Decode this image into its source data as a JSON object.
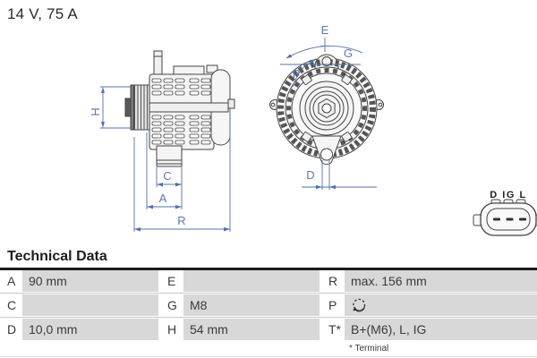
{
  "header": {
    "title": "14 V, 75 A"
  },
  "diagram": {
    "side_view_dims": {
      "h": "H",
      "c": "C",
      "a": "A",
      "r": "R"
    },
    "front_view_dims": {
      "e": "E",
      "g": "G",
      "p": "P",
      "d": "D"
    },
    "connector": {
      "label": "D IG L"
    }
  },
  "technical_data": {
    "heading": "Technical Data",
    "footnote": "* Terminal",
    "rows": [
      {
        "cells": [
          {
            "label": "A",
            "value": "90 mm"
          },
          {
            "label": "E",
            "value": ""
          },
          {
            "label": "R",
            "value": "max. 156 mm"
          }
        ]
      },
      {
        "cells": [
          {
            "label": "C",
            "value": ""
          },
          {
            "label": "G",
            "value": "M8"
          },
          {
            "label": "P",
            "value": "",
            "icon": "rotation-direction"
          }
        ]
      },
      {
        "cells": [
          {
            "label": "D",
            "value": "10,0 mm"
          },
          {
            "label": "H",
            "value": "54 mm"
          },
          {
            "label": "T*",
            "value": "B+(M6), L, IG"
          }
        ]
      }
    ]
  },
  "colors": {
    "dimension_blue": "#5570aa",
    "table_cell_gray": "#d8d8d8",
    "drawing_line": "#444444",
    "heading_bar": "#1b1b1b"
  }
}
